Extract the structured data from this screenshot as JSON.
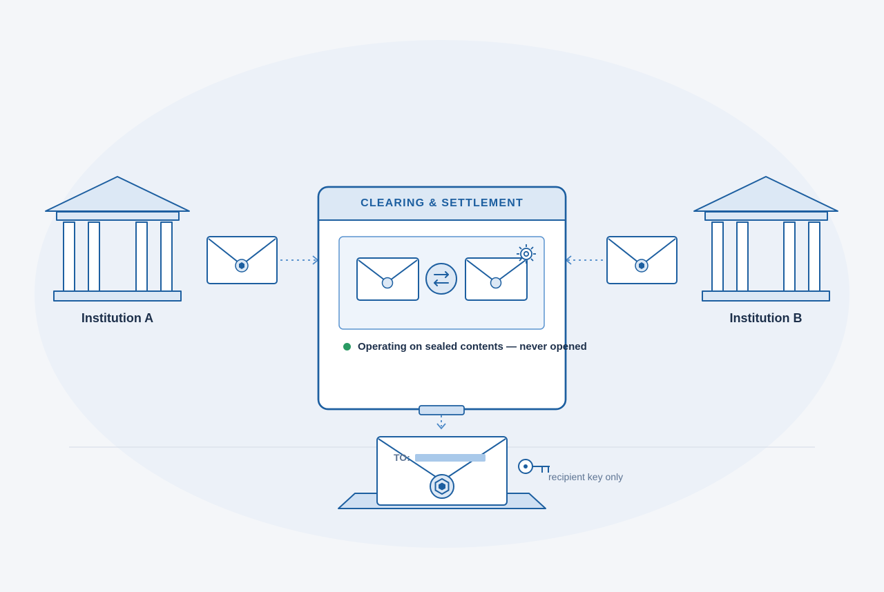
{
  "institution_a": {
    "label": "Institution A"
  },
  "institution_b": {
    "label": "Institution B"
  },
  "hub": {
    "title": "CLEARING & SETTLEMENT",
    "status_text": "Operating on sealed contents — never opened",
    "status_color": "#2a9a63"
  },
  "output_envelope": {
    "to_label": "TO:"
  },
  "key": {
    "caption": "recipient key only"
  },
  "colors": {
    "stroke": "#1d5fa0",
    "fill_light": "#dce8f5",
    "background": "#f4f6f9",
    "halo": "#ecf1f8"
  }
}
